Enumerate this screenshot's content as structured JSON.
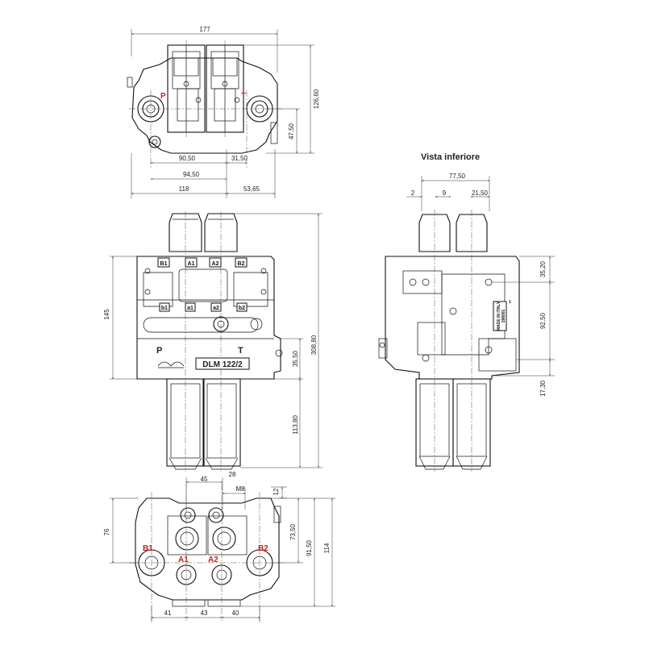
{
  "views": {
    "bottom_view_title": "Vista inferiore"
  },
  "port_labels": {
    "P_top": "P",
    "T_top": "T",
    "P_front": "P",
    "T_front": "T",
    "B1_side": "B1",
    "A1_side": "A1",
    "A2_side": "A2",
    "B2_side": "B2"
  },
  "front_boxes": {
    "B1": "B1",
    "A1": "A1",
    "A2": "A2",
    "B2": "B2",
    "b1": "b1",
    "a1": "a1",
    "a2": "a2",
    "b2": "b2"
  },
  "model": "DLM 122/2",
  "made_in": "MADE IN ITALY",
  "serial": "198001",
  "serial_suffix": "1",
  "dimensions": {
    "top_width": "177",
    "top_height": "126,60",
    "top_p_offset": "47,50",
    "top_d1": "90,50",
    "top_d2": "31,50",
    "top_d3": "94,50",
    "top_d4": "118",
    "top_d5": "53,65",
    "front_height_total": "308,80",
    "front_body": "145",
    "front_pt": "35,50",
    "front_lower": "113,80",
    "bottom_width": "77,50",
    "bottom_a": "2",
    "bottom_b": "9",
    "bottom_c": "21,50",
    "bottom_r1": "35,20",
    "bottom_r2": "92,50",
    "bottom_r3": "17,30",
    "side_d45": "45",
    "side_d28": "28",
    "side_m8": "M8",
    "side_d12": "12",
    "side_d76": "76",
    "side_d7350": "73,50",
    "side_d9150": "91,50",
    "side_d114": "114",
    "side_d41": "41",
    "side_d43": "43",
    "side_d40": "40"
  }
}
